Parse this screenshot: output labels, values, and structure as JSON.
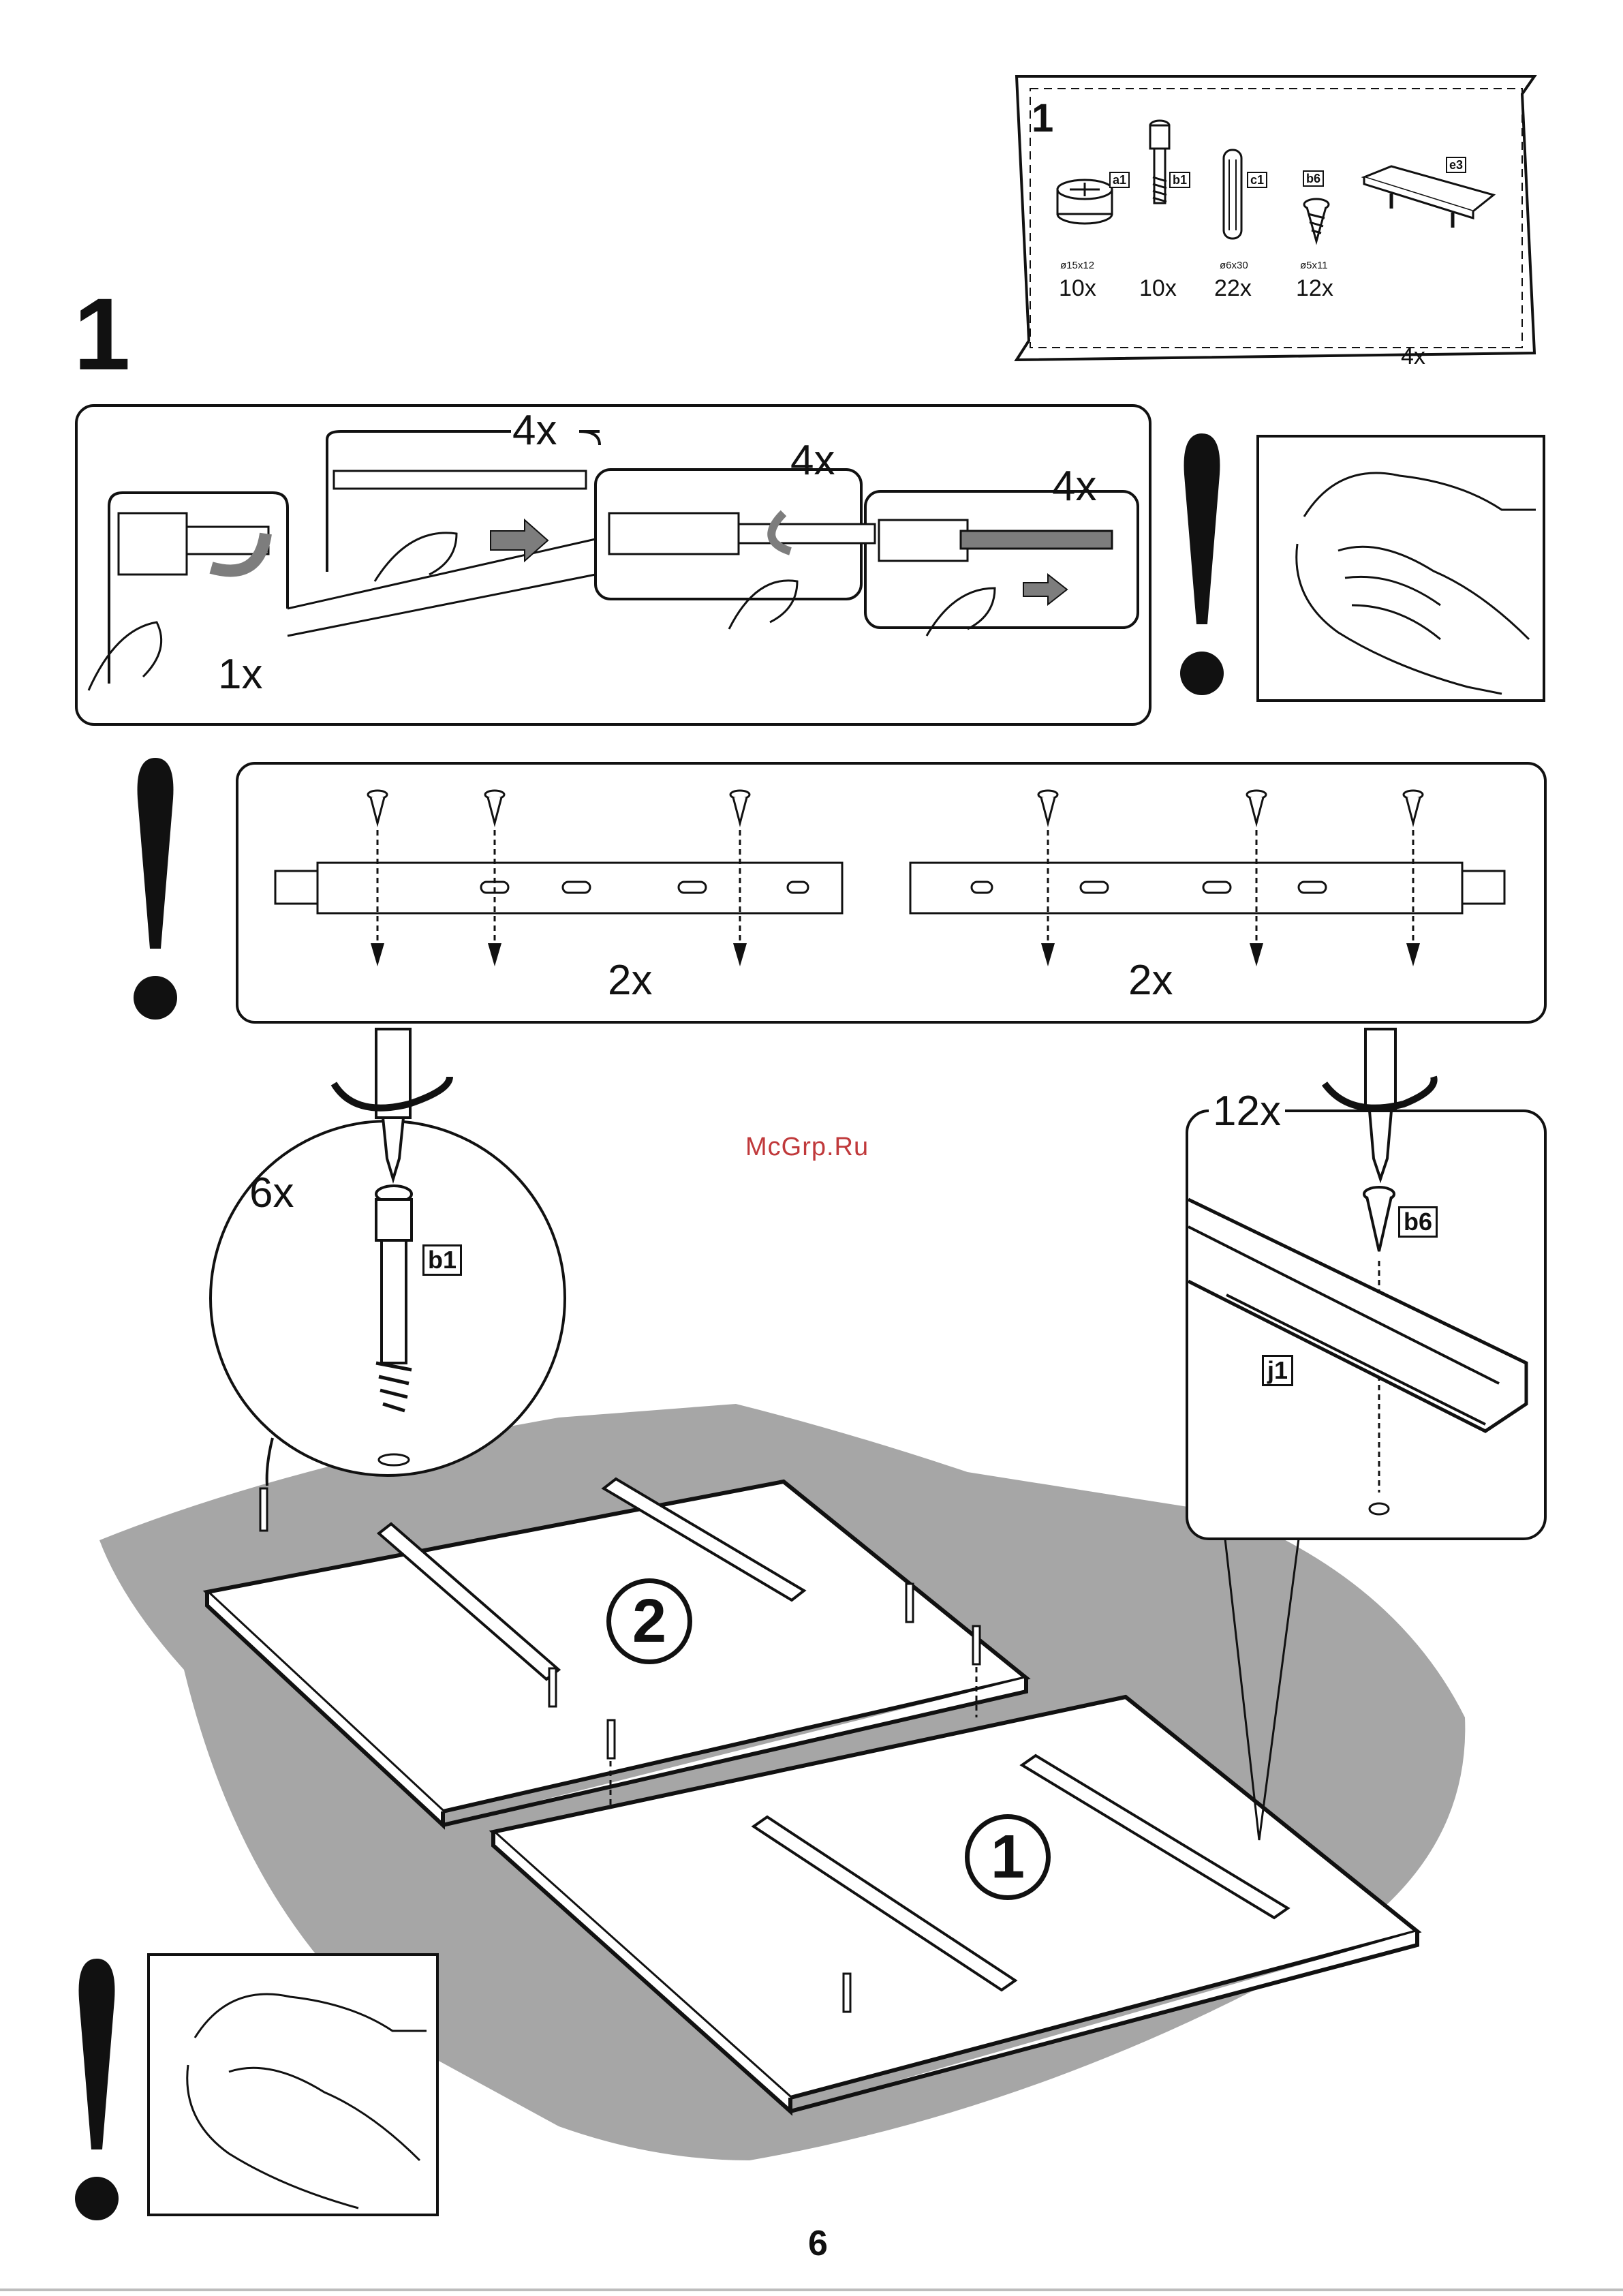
{
  "step": {
    "number": "1",
    "page_number": "6"
  },
  "parts_box": {
    "step_label": "1",
    "parts": [
      {
        "code": "a1",
        "dimension": "ø15x12",
        "quantity": "10x",
        "icon": "cam-lock-icon"
      },
      {
        "code": "b1",
        "dimension": "",
        "quantity": "10x",
        "icon": "connector-bolt-icon"
      },
      {
        "code": "c1",
        "dimension": "ø6x30",
        "quantity": "22x",
        "icon": "wooden-dowel-icon"
      },
      {
        "code": "b6",
        "dimension": "ø5x11",
        "quantity": "12x",
        "icon": "screw-icon"
      },
      {
        "code": "e3",
        "dimension": "",
        "quantity": "4x",
        "icon": "handle-icon"
      }
    ]
  },
  "rail_disassembly": {
    "counts": [
      "4x",
      "4x",
      "4x",
      "1x"
    ]
  },
  "rail_mounting": {
    "counts": [
      "2x",
      "2x"
    ]
  },
  "screwing": {
    "left_count": "6x",
    "left_part": "b1",
    "right_count": "12x",
    "right_part": "b6",
    "rail_part": "j1"
  },
  "panels": {
    "panel_one": "1",
    "panel_two": "2"
  },
  "watermark": "McGrp.Ru",
  "icons": [
    "warning-exclamation-icon",
    "wipe-hands-icon",
    "screwdriver-icon",
    "rotation-arrow-icon"
  ],
  "colors": {
    "ink": "#111111",
    "floor": "#a6a6a6",
    "slider_grey": "#7d7d7d",
    "watermark": "#c0393b"
  }
}
